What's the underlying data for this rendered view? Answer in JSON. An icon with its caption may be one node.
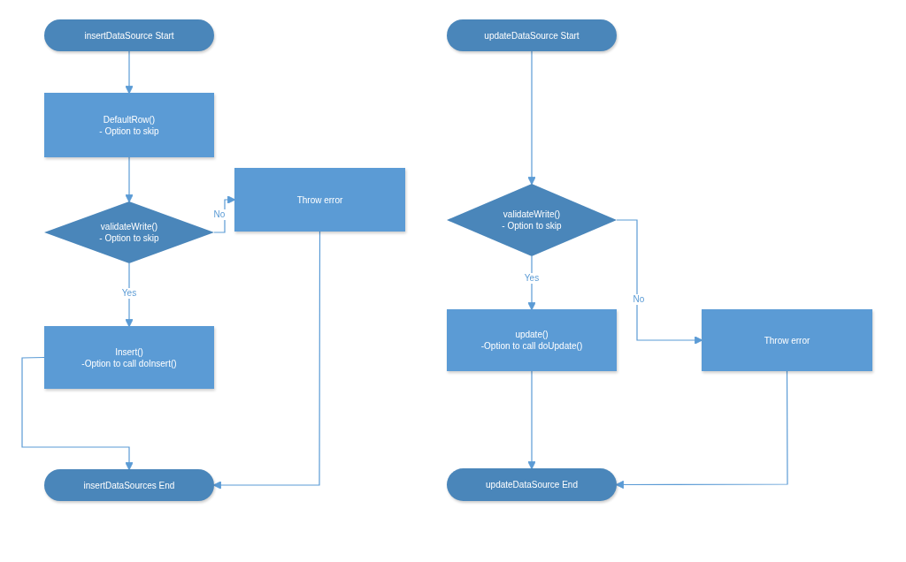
{
  "diagram": {
    "nodes": [
      {
        "text": [
          "insertDataSource Start"
        ]
      },
      {
        "text": [
          "DefaultRow()",
          "- Option to skip"
        ]
      },
      {
        "text": [
          "validateWrite()",
          "- Option to skip"
        ]
      },
      {
        "text": [
          "Throw error"
        ]
      },
      {
        "text": [
          "Insert()",
          "-Option to call doInsert()"
        ]
      },
      {
        "text": [
          "insertDataSources End"
        ]
      },
      {
        "text": [
          "updateDataSource Start"
        ]
      },
      {
        "text": [
          "validateWrite()",
          "- Option to skip"
        ]
      },
      {
        "text": [
          "update()",
          "-Option to call doUpdate()"
        ]
      },
      {
        "text": [
          "Throw error"
        ]
      },
      {
        "text": [
          "updateDataSource End"
        ]
      }
    ],
    "edges": [
      {
        "from": 0,
        "to": 1,
        "arrow": "to"
      },
      {
        "from": 1,
        "to": 2,
        "arrow": "to"
      },
      {
        "from": 2,
        "to": 3,
        "arrow": "to",
        "label": "No"
      },
      {
        "from": 2,
        "to": 4,
        "arrow": "to",
        "label": "Yes"
      },
      {
        "from": 3,
        "to": 5,
        "arrow": "to"
      },
      {
        "from": 4,
        "to": 5,
        "arrow": "to"
      },
      {
        "from": 6,
        "to": 7,
        "arrow": "to"
      },
      {
        "from": 7,
        "to": 8,
        "arrow": "to",
        "label": "Yes"
      },
      {
        "from": 7,
        "to": 9,
        "arrow": "to",
        "label": "No"
      },
      {
        "from": 8,
        "to": 10,
        "arrow": "to"
      },
      {
        "from": 9,
        "to": 10,
        "arrow": "to"
      }
    ]
  }
}
